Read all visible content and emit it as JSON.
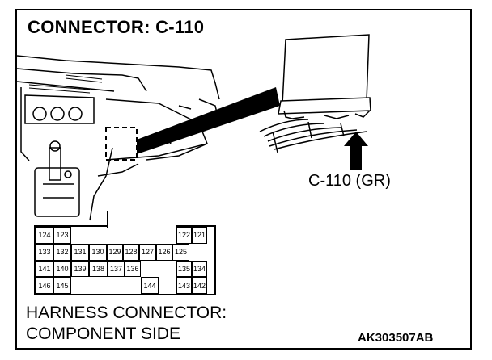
{
  "title": "CONNECTOR: C-110",
  "callout": "C-110 (GR)",
  "caption_line1": "HARNESS CONNECTOR:",
  "caption_line2": "COMPONENT SIDE",
  "figure_code": "AK303507AB",
  "pins": [
    {
      "label": "124"
    },
    {
      "label": "123"
    },
    {
      "label": "122"
    },
    {
      "label": "121"
    },
    {
      "label": "133"
    },
    {
      "label": "132"
    },
    {
      "label": "131"
    },
    {
      "label": "130"
    },
    {
      "label": "129"
    },
    {
      "label": "128"
    },
    {
      "label": "127"
    },
    {
      "label": "126"
    },
    {
      "label": "125"
    },
    {
      "label": "141"
    },
    {
      "label": "140"
    },
    {
      "label": "139"
    },
    {
      "label": "138"
    },
    {
      "label": "137"
    },
    {
      "label": "136"
    },
    {
      "label": "135"
    },
    {
      "label": "134"
    },
    {
      "label": "146"
    },
    {
      "label": "145"
    },
    {
      "label": "144"
    },
    {
      "label": "143"
    },
    {
      "label": "142"
    }
  ]
}
